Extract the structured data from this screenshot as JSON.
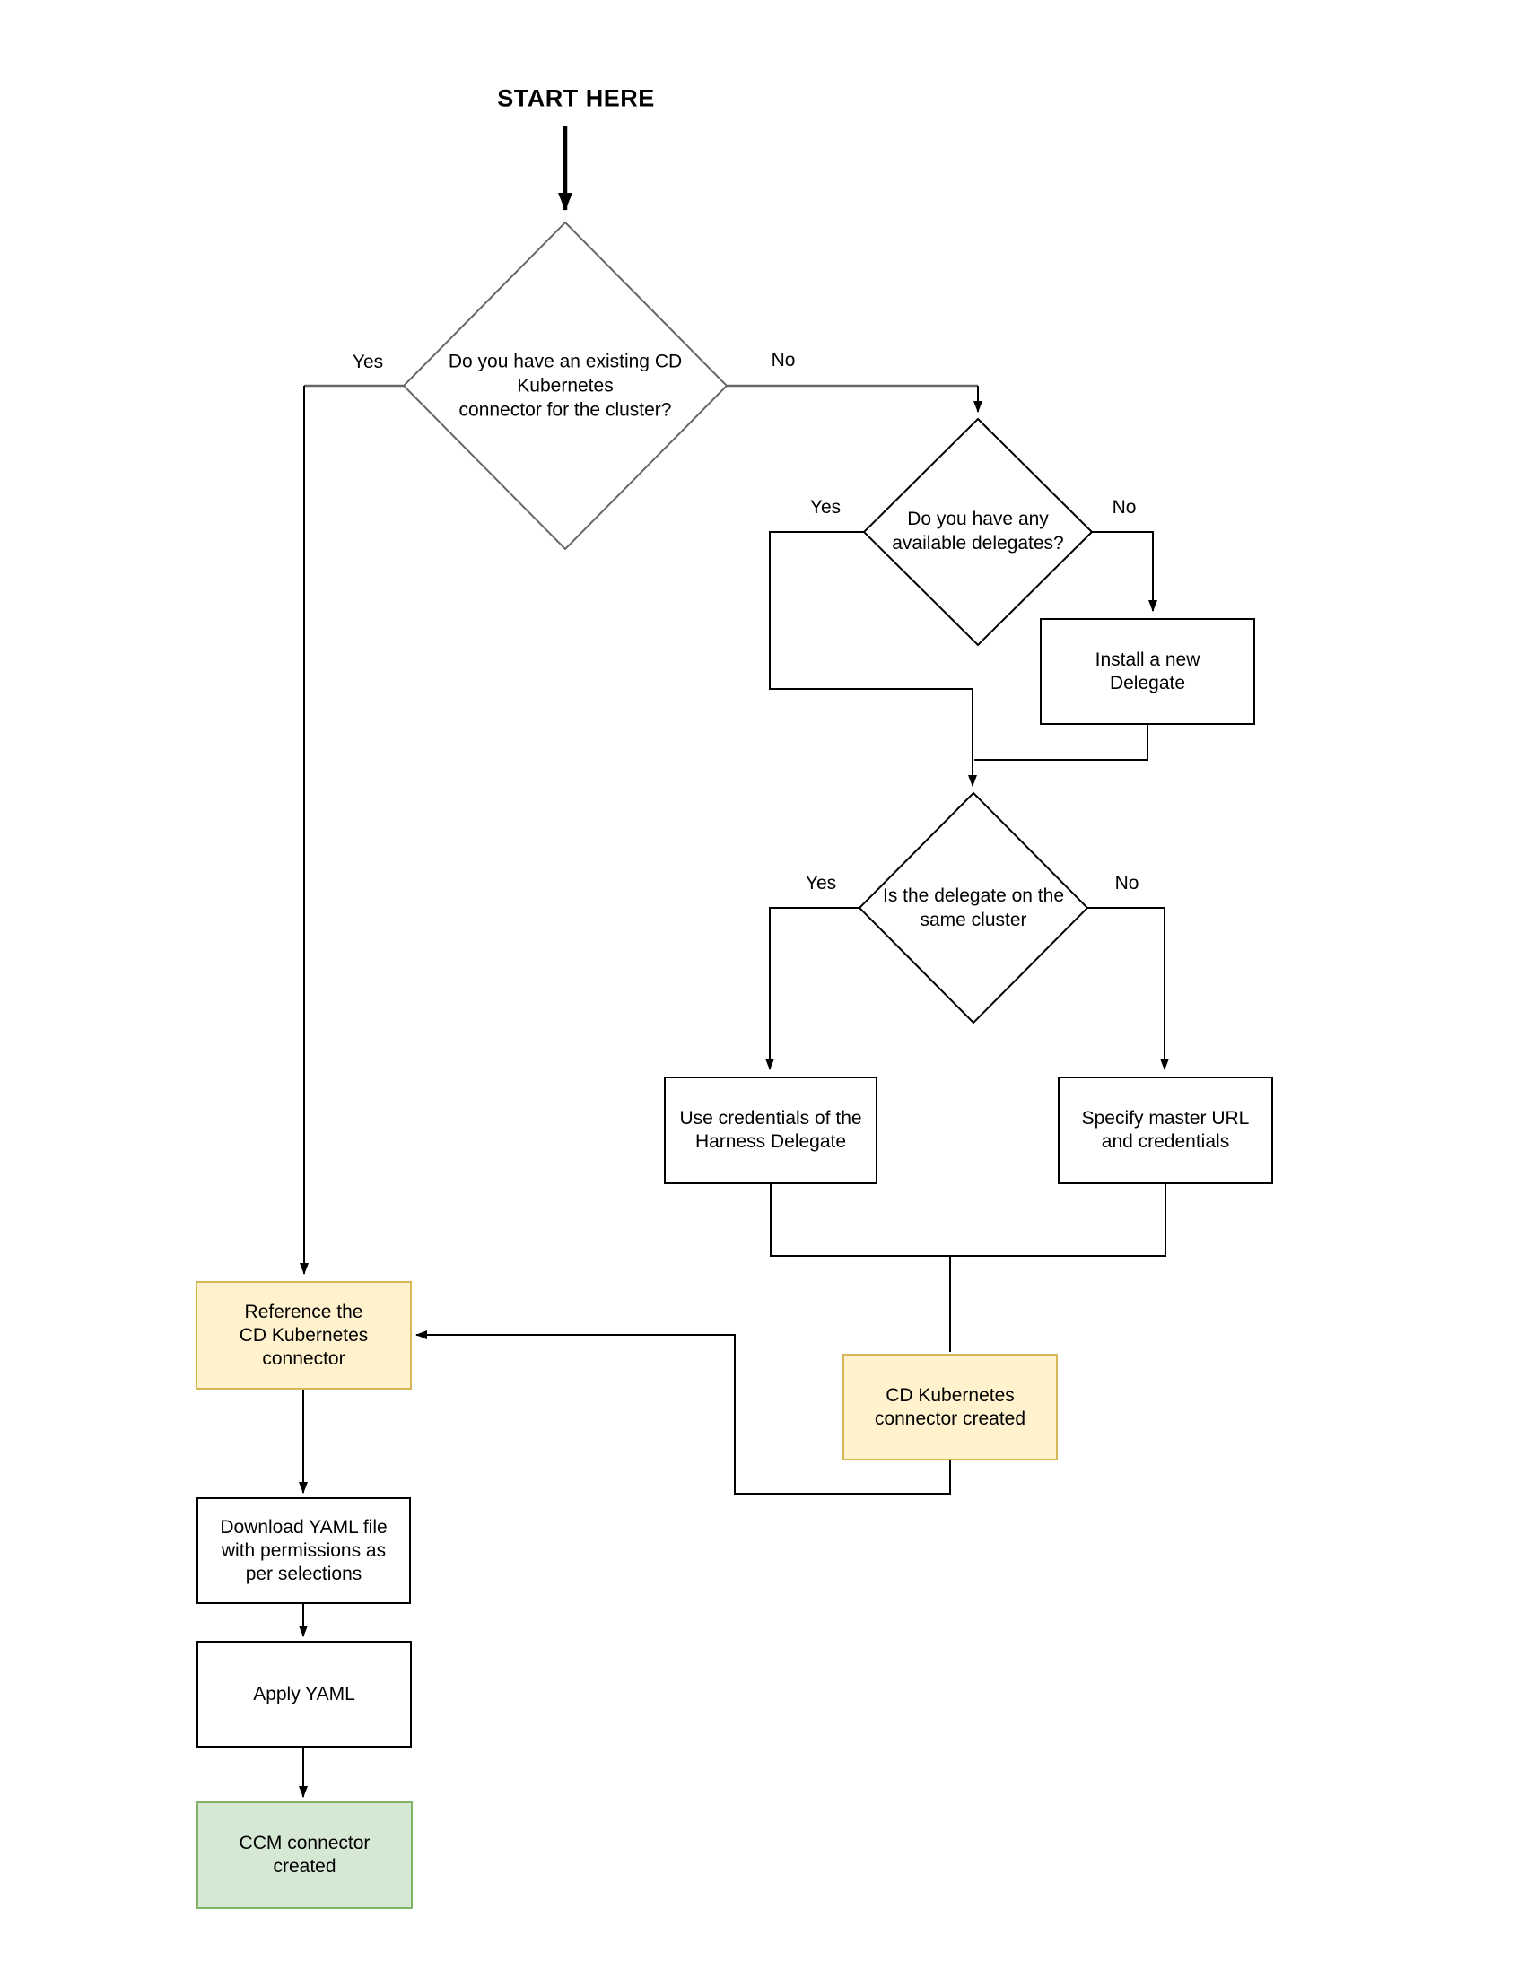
{
  "title": "START HERE",
  "colors": {
    "background": "#ffffff",
    "line": "#000000",
    "gray_line": "#666666",
    "box_border": "#000000",
    "box_fill": "#ffffff",
    "yellow_fill": "#FFF2CC",
    "yellow_border": "#D6B656",
    "green_fill": "#D5E8D4",
    "green_border": "#82B366",
    "text": "#000000"
  },
  "nodes": {
    "decision_existing_connector": {
      "label": "Do you have an existing CD\nKubernetes\nconnector for the cluster?"
    },
    "decision_available_delegates": {
      "label": "Do you have any\navailable delegates?"
    },
    "decision_same_cluster": {
      "label": "Is the delegate on the\nsame cluster"
    },
    "install_delegate": {
      "label": "Install a new\nDelegate"
    },
    "use_credentials": {
      "label": "Use credentials of the\nHarness Delegate"
    },
    "specify_master_url": {
      "label": "Specify master URL\nand credentials"
    },
    "cd_connector_created": {
      "label": "CD Kubernetes\nconnector created"
    },
    "reference_connector": {
      "label": "Reference the\nCD Kubernetes\nconnector"
    },
    "download_yaml": {
      "label": "Download YAML file\nwith permissions as\nper selections"
    },
    "apply_yaml": {
      "label": "Apply YAML"
    },
    "ccm_connector_created": {
      "label": "CCM connector\ncreated"
    }
  },
  "edge_labels": {
    "yes1": "Yes",
    "no1": "No",
    "yes2": "Yes",
    "no2": "No",
    "yes3": "Yes",
    "no3": "No"
  }
}
